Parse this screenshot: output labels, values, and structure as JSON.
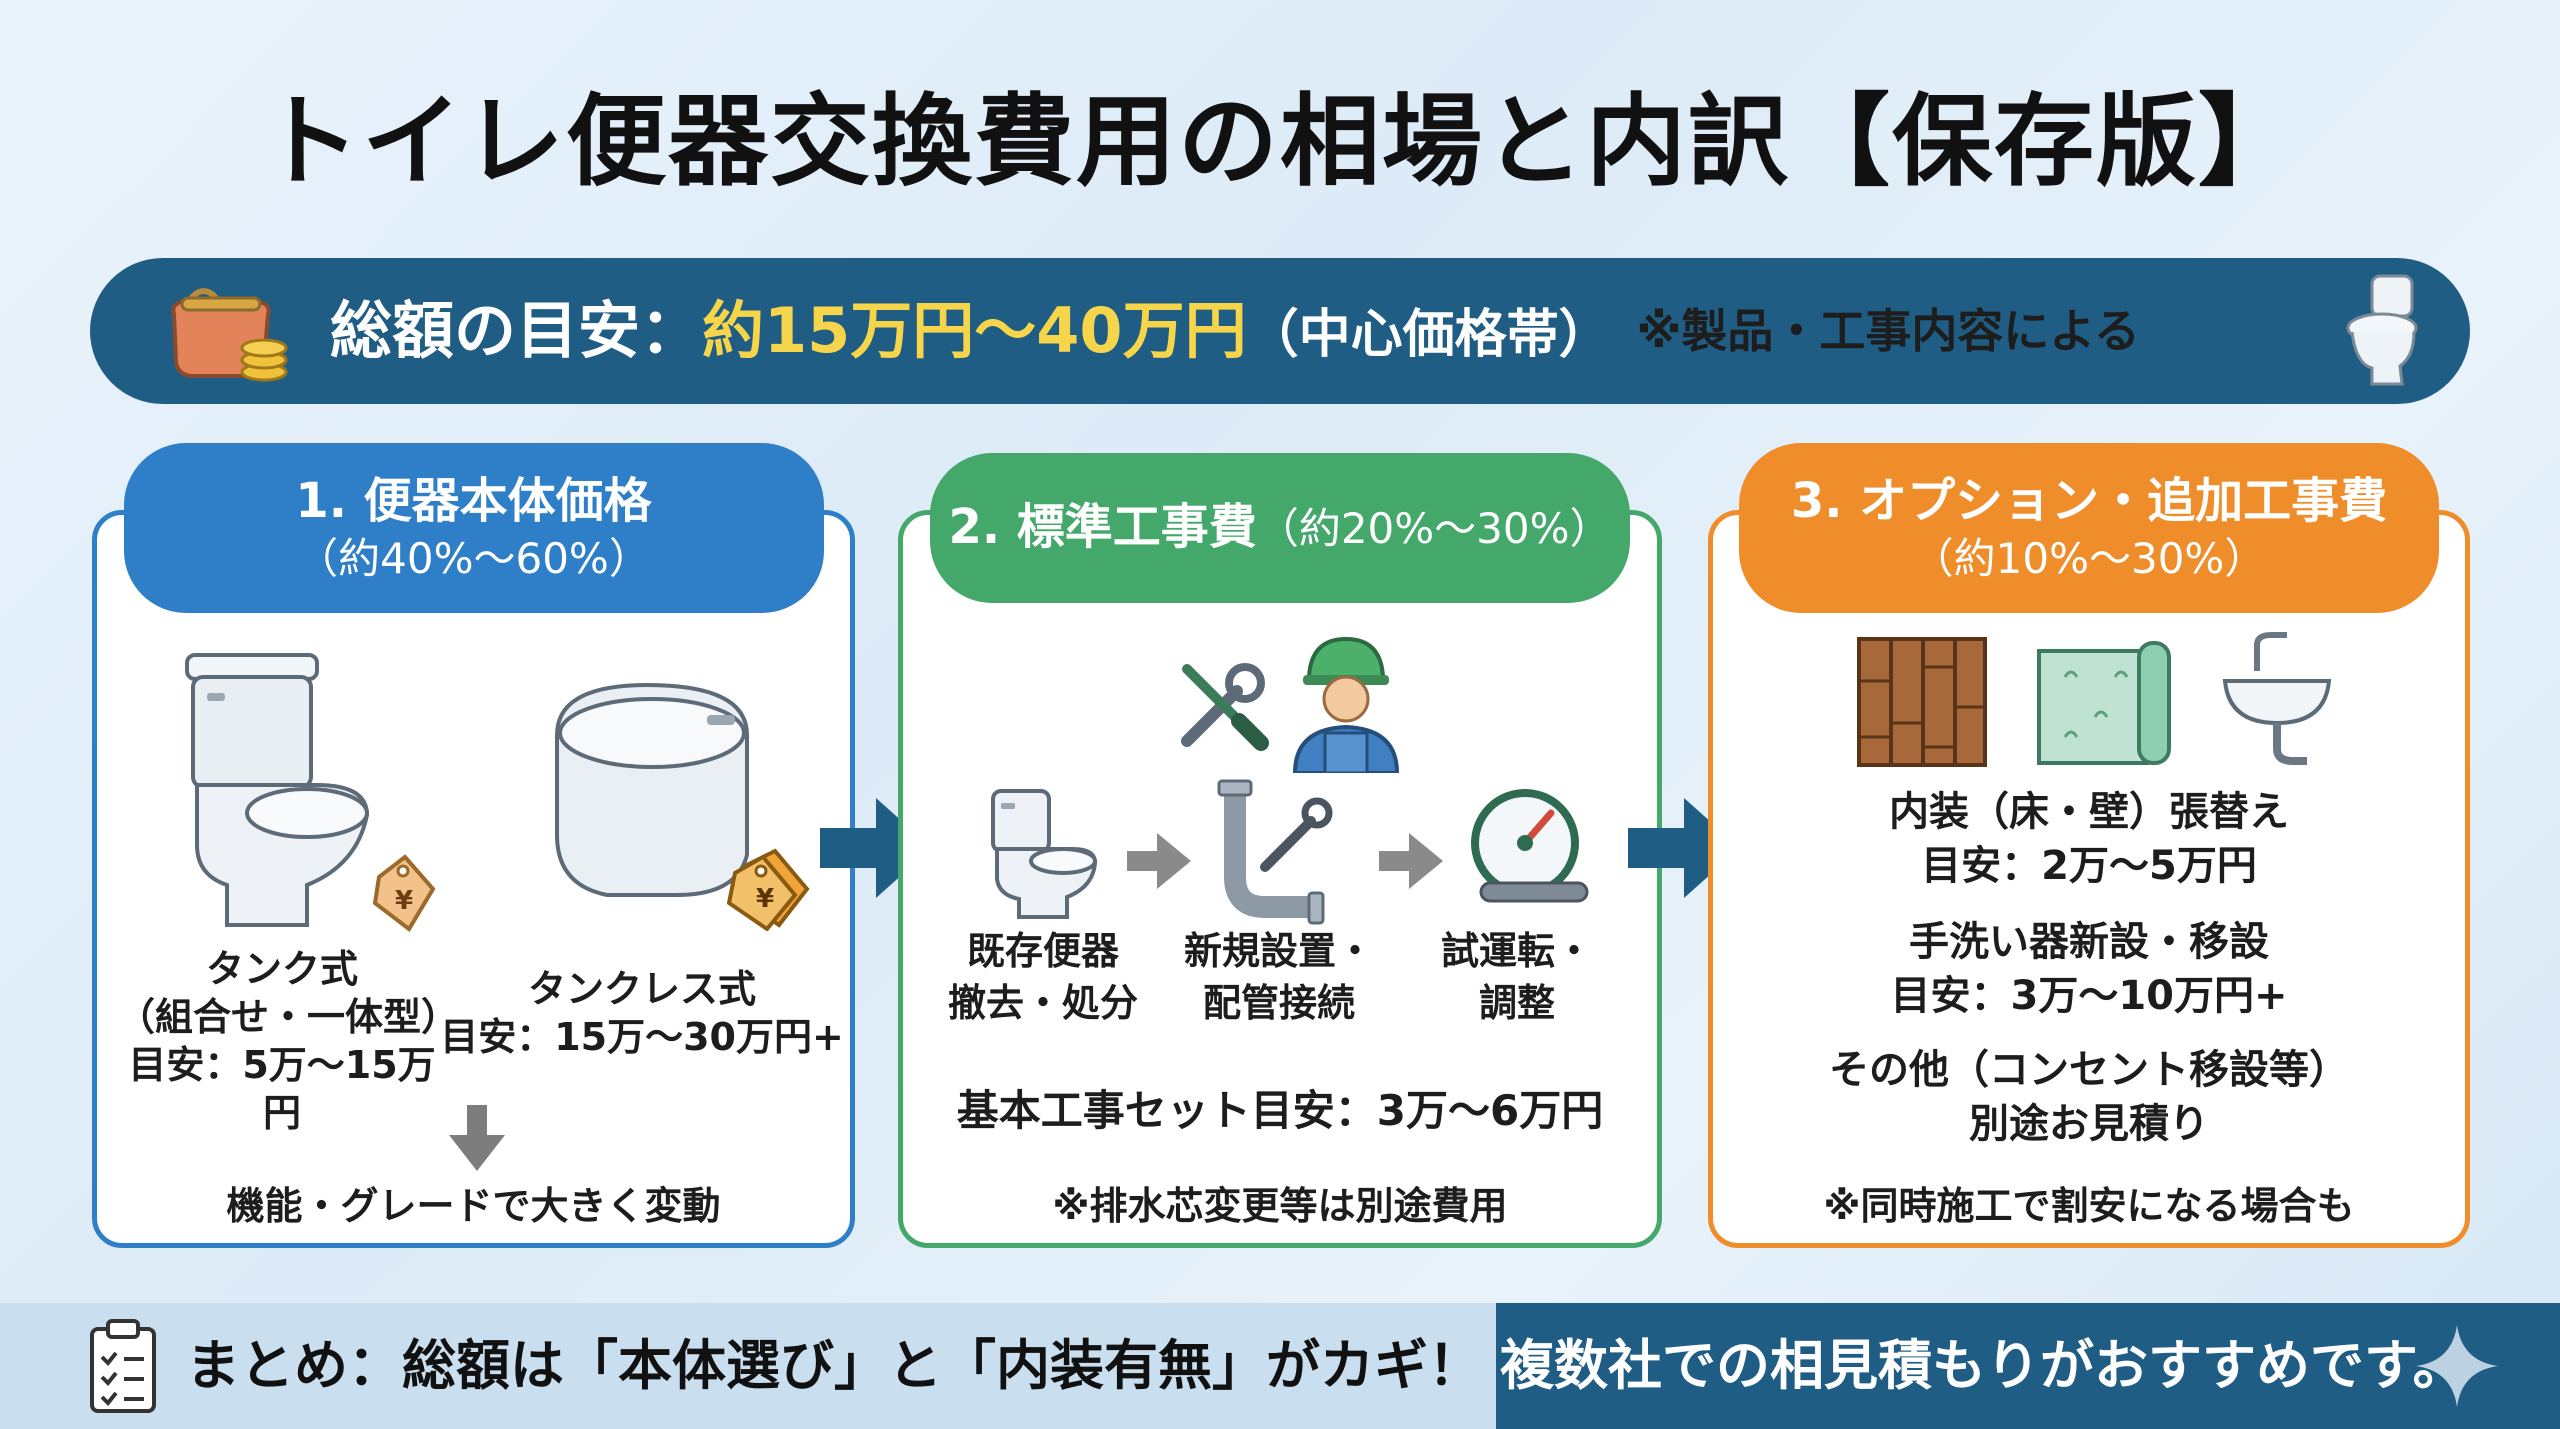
{
  "title": "トイレ便器交換費用の相場と内訳【保存版】",
  "banner": {
    "label": "総額の目安：",
    "amount": "約15万円〜40万円",
    "center": "（中心価格帯）",
    "note": "※製品・工事内容による",
    "accent": "#f7d54a",
    "bg": "#1f5d84"
  },
  "cards": [
    {
      "heading": "1. 便器本体価格",
      "share": "（約40%〜60%）",
      "color": "#2f7fc8",
      "tank_label_1": "タンク式",
      "tank_label_2": "（組合せ・一体型）",
      "tank_price": "目安：5万〜15万円",
      "tankless_label": "タンクレス式",
      "tankless_price": "目安：15万〜30万円+",
      "tag_symbol": "¥",
      "footer": "機能・グレードで大きく変動"
    },
    {
      "heading": "2. 標準工事費",
      "share": "（約20%〜30%）",
      "color": "#45a86b",
      "step1_a": "既存便器",
      "step1_b": "撤去・処分",
      "step2_a": "新規設置・",
      "step2_b": "配管接続",
      "step3_a": "試運転・",
      "step3_b": "調整",
      "set_price": "基本工事セット目安：3万〜6万円",
      "footer": "※排水芯変更等は別途費用"
    },
    {
      "heading": "3. オプション・追加工事費",
      "share": "（約10%〜30%）",
      "color": "#ee8d2a",
      "item1": "内装（床・壁）張替え",
      "item1_price": "目安：2万〜5万円",
      "item2": "手洗い器新設・移設",
      "item2_price": "目安：3万〜10万円+",
      "item3": "その他（コンセント移設等）",
      "item3_price": "別途お見積り",
      "footer": "※同時施工で割安になる場合も"
    }
  ],
  "summary": {
    "part1": "まとめ：総額は「本体選び」と「内装有無」がカギ！",
    "part2": "複数社での相見積もりがおすすめです。"
  }
}
